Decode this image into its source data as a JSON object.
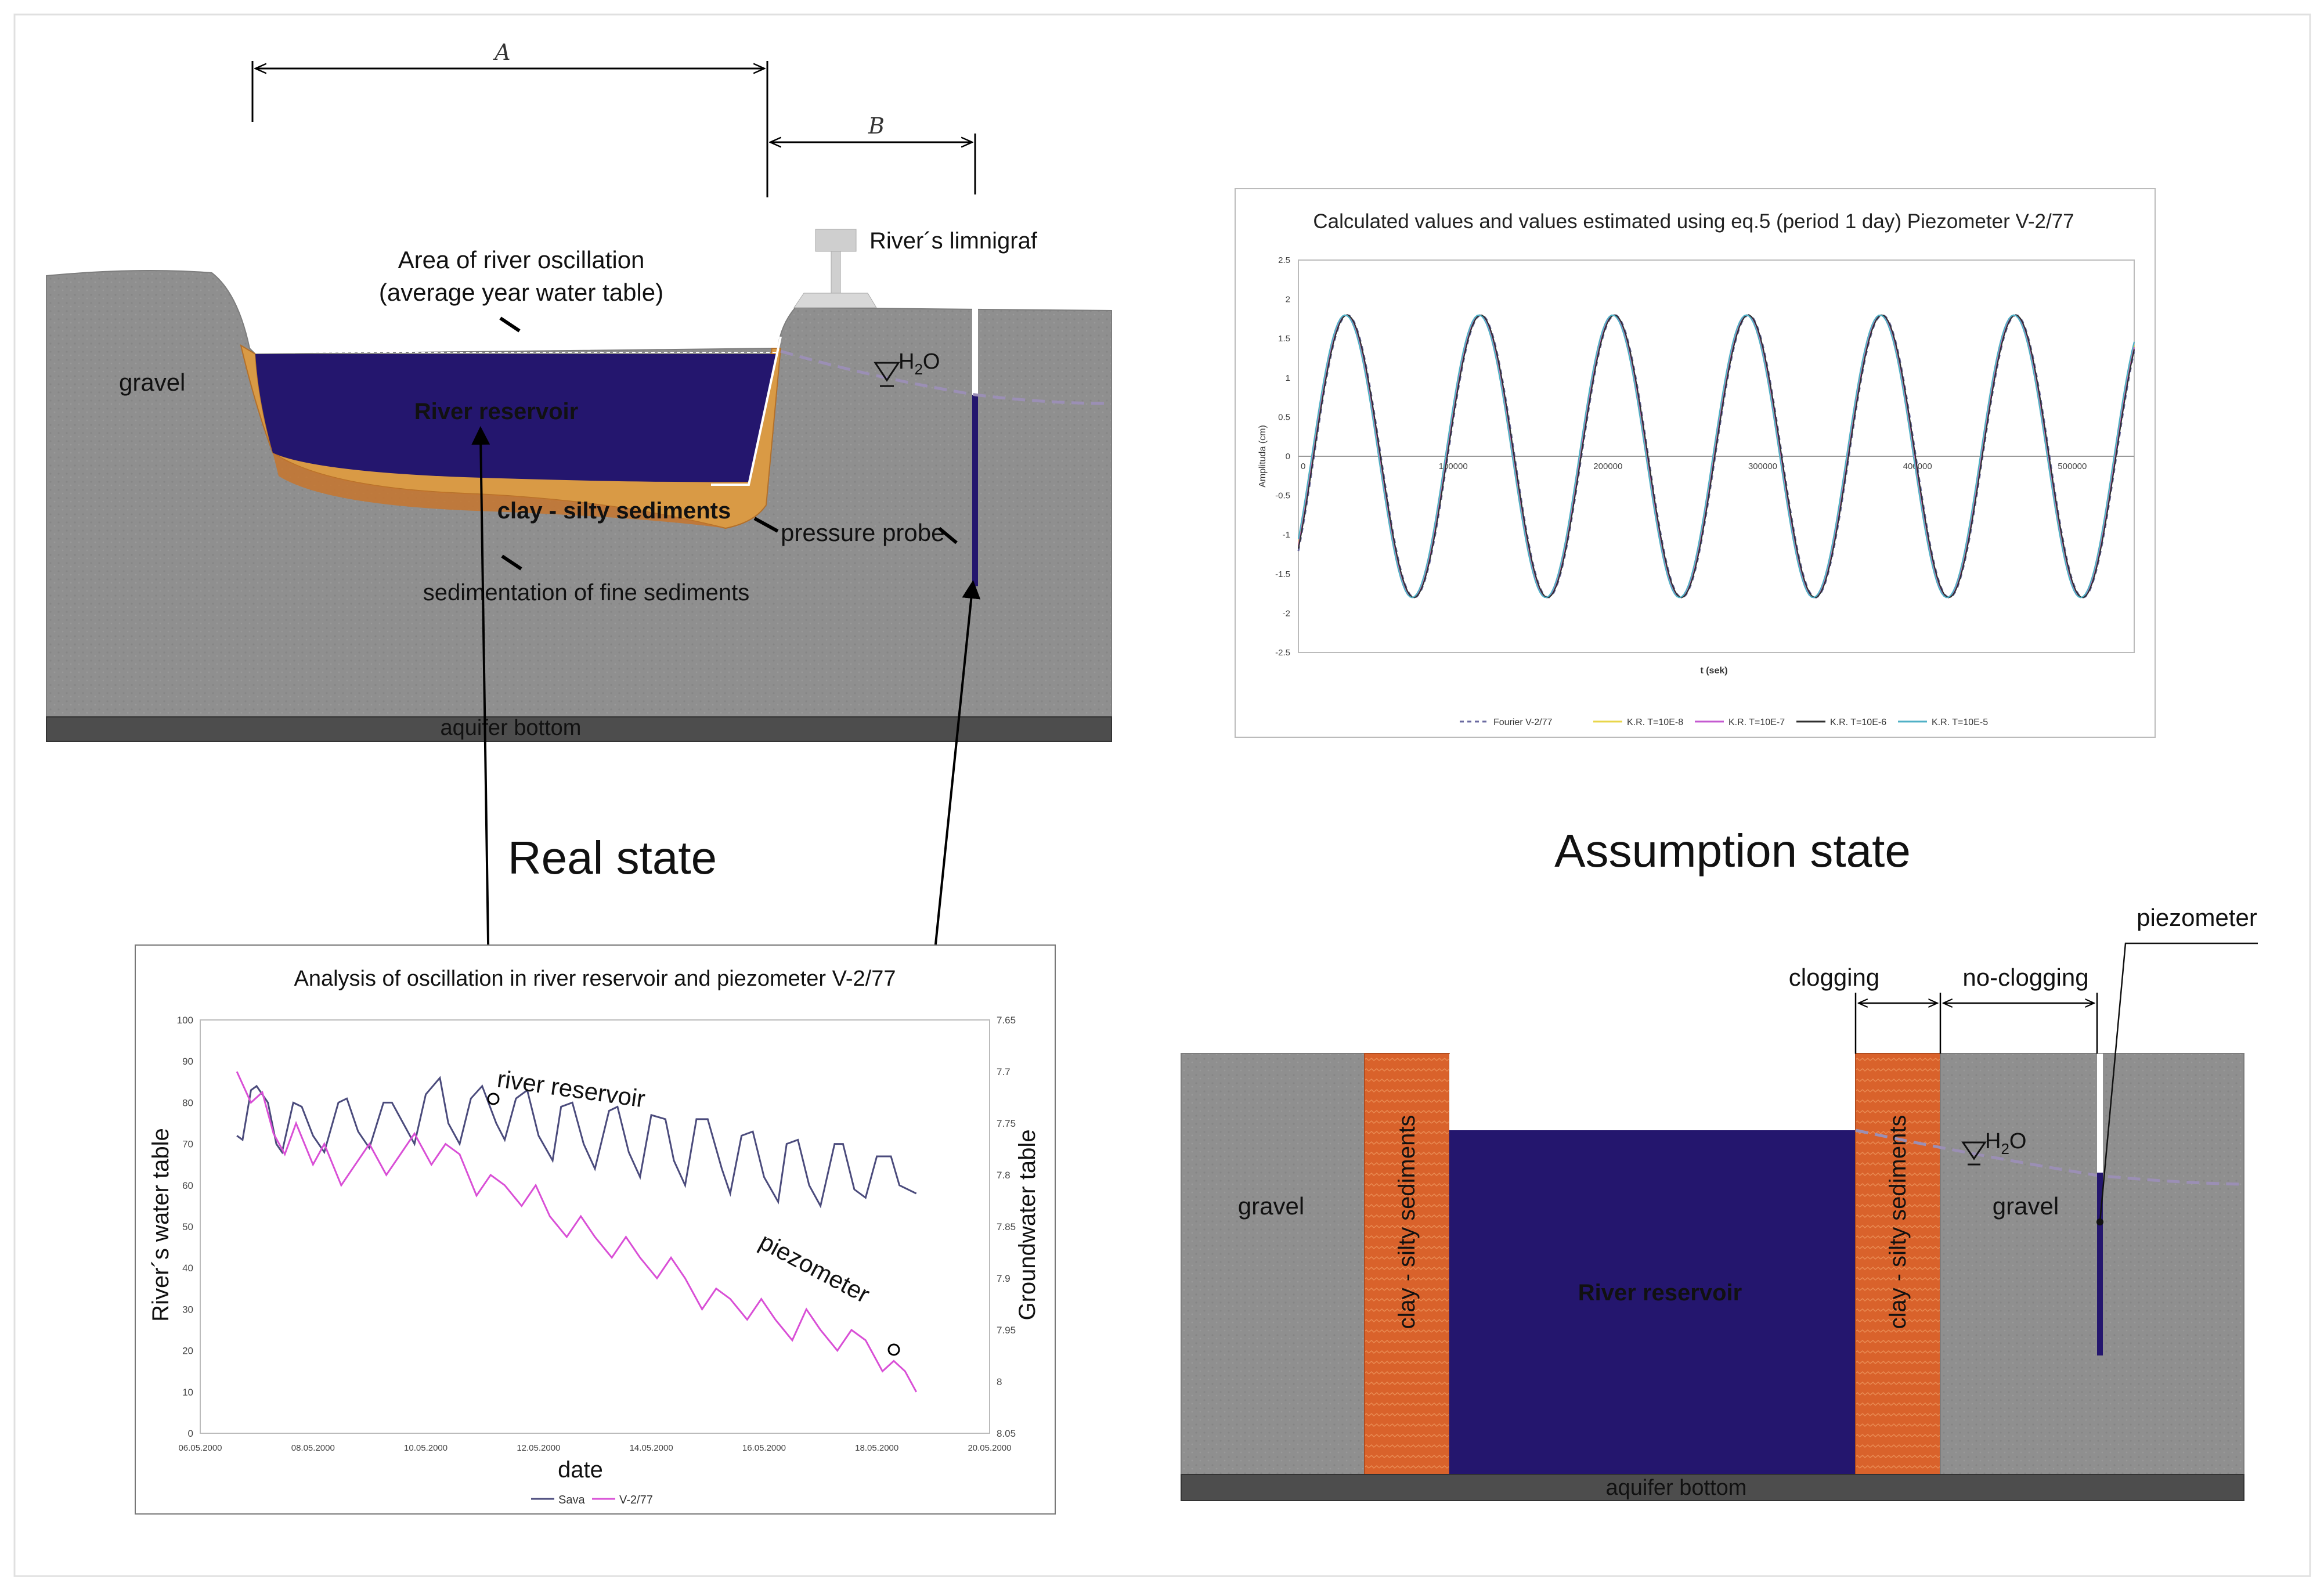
{
  "colors": {
    "gravel": "#8f8f8f",
    "water": "#24166e",
    "clay": "#d9622b",
    "sediment": "#d99a45",
    "bottom": "#4d4d4d",
    "piezometer_line": "#9b8fb5",
    "reservoir_series": "#4b4b7c",
    "piezometer_series": "#d94fd6"
  },
  "real_state": {
    "title": "Real state",
    "dim_a": "A",
    "dim_b": "B",
    "limnigraf_label": "River´s limnigraf",
    "oscillation_label_1": "Area of river oscillation",
    "oscillation_label_2": "(average year water table)",
    "gravel_label": "gravel",
    "reservoir_label": "River reservoir",
    "water_symbol": "H",
    "water_symbol_sub": "2",
    "water_symbol_end": "O",
    "clay_label": "clay - silty sediments",
    "probe_label": "pressure probe",
    "fine_sed_label": "sedimentation of fine sediments",
    "bottom_label": "aquifer bottom"
  },
  "assumption_state": {
    "title": "Assumption state",
    "gravel_left": "gravel",
    "gravel_right": "gravel",
    "clay_left": "clay - silty sediments",
    "clay_right": "clay - silty sediments",
    "reservoir_label": "River reservoir",
    "clogging": "clogging",
    "no_clogging": "no-clogging",
    "piezometer": "piezometer",
    "water_symbol": "H",
    "water_symbol_sub": "2",
    "water_symbol_end": "O",
    "bottom_label": "aquifer bottom"
  },
  "chart_data": [
    {
      "type": "line",
      "title": "Analysis of oscillation in river reservoir and piezometer V-2/77",
      "xlabel": "date",
      "ylabel": "River´s water table",
      "y2label": "Groundwater table",
      "x_ticks": [
        "06.05.2000",
        "08.05.2000",
        "10.05.2000",
        "12.05.2000",
        "14.05.2000",
        "16.05.2000",
        "18.05.2000",
        "20.05.2000"
      ],
      "ylim": [
        0,
        100
      ],
      "y_ticks": [
        0,
        10,
        20,
        30,
        40,
        50,
        60,
        70,
        80,
        90,
        100
      ],
      "y2lim": [
        7.65,
        8.05
      ],
      "y2_inverted": true,
      "y2_ticks": [
        "7.65",
        "7.7",
        "7.75",
        "7.8",
        "7.85",
        "7.9",
        "7.95",
        "8",
        "8.05"
      ],
      "annotation_reservoir": "river reservoir",
      "annotation_piezometer": "piezometer",
      "legend": [
        "Sava",
        "V-2/77"
      ],
      "series": [
        {
          "name": "Sava",
          "color": "#4b4b7c",
          "x": [
            6.65,
            6.75,
            6.9,
            7.0,
            7.2,
            7.35,
            7.45,
            7.65,
            7.8,
            8.0,
            8.2,
            8.45,
            8.6,
            8.8,
            9.0,
            9.25,
            9.4,
            9.6,
            9.8,
            10.0,
            10.25,
            10.4,
            10.6,
            10.8,
            11.0,
            11.25,
            11.4,
            11.6,
            11.8,
            12.0,
            12.25,
            12.4,
            12.6,
            12.8,
            13.0,
            13.25,
            13.4,
            13.6,
            13.8,
            14.0,
            14.25,
            14.4,
            14.6,
            14.8,
            15.0,
            15.25,
            15.4,
            15.6,
            15.8,
            16.0,
            16.25,
            16.4,
            16.6,
            16.8,
            17.0,
            17.25,
            17.4,
            17.6,
            17.8,
            18.0,
            18.25,
            18.4,
            18.7
          ],
          "y": [
            72,
            71,
            83,
            84,
            80,
            70,
            68,
            80,
            79,
            72,
            68,
            80,
            81,
            73,
            69,
            80,
            80,
            75,
            70,
            82,
            86,
            75,
            70,
            81,
            84,
            75,
            71,
            81,
            83,
            72,
            66,
            79,
            80,
            70,
            64,
            78,
            79,
            68,
            62,
            77,
            76,
            66,
            60,
            76,
            76,
            64,
            58,
            72,
            73,
            62,
            56,
            70,
            71,
            60,
            55,
            70,
            70,
            59,
            57,
            67,
            67,
            60,
            58
          ]
        },
        {
          "name": "V-2/77",
          "color": "#d94fd6",
          "axis": "y2",
          "x": [
            6.65,
            6.9,
            7.1,
            7.3,
            7.5,
            7.7,
            8.0,
            8.2,
            8.5,
            8.75,
            9.0,
            9.3,
            9.55,
            9.8,
            10.1,
            10.35,
            10.6,
            10.9,
            11.15,
            11.4,
            11.7,
            11.95,
            12.2,
            12.5,
            12.75,
            13.0,
            13.3,
            13.55,
            13.8,
            14.1,
            14.35,
            14.6,
            14.9,
            15.15,
            15.4,
            15.7,
            15.95,
            16.2,
            16.5,
            16.75,
            17.0,
            17.3,
            17.55,
            17.8,
            18.1,
            18.3,
            18.5,
            18.7
          ],
          "y": [
            7.7,
            7.73,
            7.72,
            7.76,
            7.78,
            7.75,
            7.79,
            7.77,
            7.81,
            7.79,
            7.77,
            7.8,
            7.78,
            7.76,
            7.79,
            7.77,
            7.78,
            7.82,
            7.8,
            7.81,
            7.83,
            7.81,
            7.84,
            7.86,
            7.84,
            7.86,
            7.88,
            7.86,
            7.88,
            7.9,
            7.88,
            7.9,
            7.93,
            7.91,
            7.92,
            7.94,
            7.92,
            7.94,
            7.96,
            7.93,
            7.95,
            7.97,
            7.95,
            7.96,
            7.99,
            7.98,
            7.99,
            8.01
          ]
        }
      ]
    },
    {
      "type": "line",
      "title": "Calculated values and values estimated using eq.5 (period 1 day) Piezometer V-2/77",
      "xlabel": "t (sek)",
      "ylabel": "Amplituda (cm)",
      "xlim": [
        0,
        540000
      ],
      "x_ticks": [
        0,
        100000,
        200000,
        300000,
        400000,
        500000
      ],
      "ylim": [
        -2.5,
        2.5
      ],
      "y_ticks": [
        "2.5",
        "2",
        "1.5",
        "1",
        "0.5",
        "0",
        "-0.5",
        "-1",
        "-1.5",
        "-2",
        "-2.5"
      ],
      "period_s": 86400,
      "amplitude": 1.8,
      "phase_shift_s": 9800,
      "legend": [
        "Fourier V-2/77",
        "K.R. T=10E-8",
        "K.R. T=10E-7",
        "K.R. T=10E-6",
        "K.R. T=10E-5"
      ],
      "series": [
        {
          "name": "Fourier V-2/77",
          "color": "#6a6aa0",
          "dash": true,
          "offset_s": -300
        },
        {
          "name": "K.R. T=10E-8",
          "color": "#e8d64a",
          "offset_s": 600
        },
        {
          "name": "K.R. T=10E-7",
          "color": "#c45ad0",
          "offset_s": 300
        },
        {
          "name": "K.R. T=10E-6",
          "color": "#2f2f2f",
          "offset_s": 0
        },
        {
          "name": "K.R. T=10E-5",
          "color": "#4fb0c6",
          "offset_s": 1200
        }
      ]
    }
  ]
}
